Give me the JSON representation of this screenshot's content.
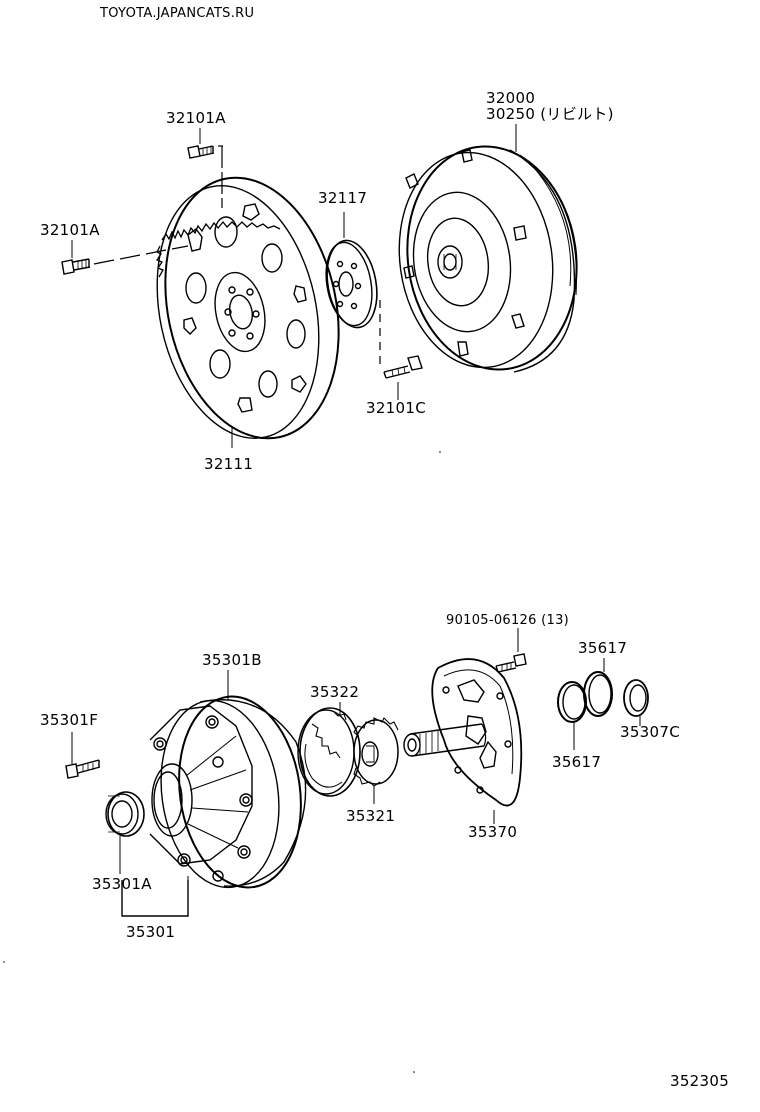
{
  "watermark": "TOYOTA.JAPANCATS.RU",
  "diagram_id": "352305",
  "labels": {
    "p32000": "32000",
    "p30250": "30250 (リビルト)",
    "p32101A_top": "32101A",
    "p32101A_left": "32101A",
    "p32117": "32117",
    "p32101C": "32101C",
    "p32111": "32111",
    "p90105": "90105-06126 (13)",
    "p35617_top": "35617",
    "p35617_bot": "35617",
    "p35307C": "35307C",
    "p35301B": "35301B",
    "p35322": "35322",
    "p35301F": "35301F",
    "p35321": "35321",
    "p35370": "35370",
    "p35301A": "35301A",
    "p35301": "35301"
  }
}
